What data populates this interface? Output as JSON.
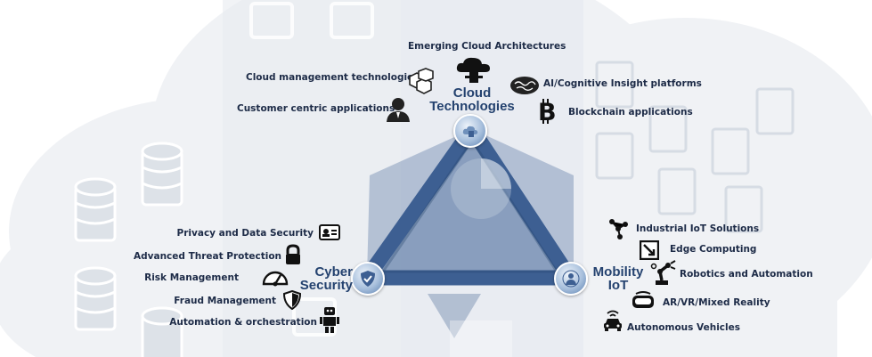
{
  "colors": {
    "triangle": "#3d5f92",
    "triangle_light": "#5678a8",
    "label_text": "#1d2b47",
    "node_title": "#24426f",
    "background_cloud": "#eef1f4"
  },
  "nodes": {
    "cloud": {
      "line1": "Cloud",
      "line2": "Technologies",
      "icon": "cloud-database-icon"
    },
    "cyber": {
      "line1": "Cyber",
      "line2": "Security",
      "icon": "shield-check-icon"
    },
    "mobility": {
      "line1": "Mobility",
      "line2": "IoT",
      "icon": "person-network-icon"
    }
  },
  "cloud_items": [
    {
      "label": "Emerging Cloud Architectures",
      "icon": "cloud-server-icon"
    },
    {
      "label": "Cloud management technologies",
      "icon": "cubes-icon"
    },
    {
      "label": "Customer centric applications",
      "icon": "user-icon"
    },
    {
      "label": "AI/Cognitive Insight platforms",
      "icon": "brain-icon"
    },
    {
      "label": "Blockchain applications",
      "icon": "bitcoin-icon"
    }
  ],
  "cyber_items": [
    {
      "label": "Privacy and Data Security",
      "icon": "id-card-icon"
    },
    {
      "label": "Advanced Threat Protection",
      "icon": "padlock-icon"
    },
    {
      "label": "Risk Management",
      "icon": "gauge-icon"
    },
    {
      "label": "Fraud Management",
      "icon": "shield-icon"
    },
    {
      "label": "Automation & orchestration",
      "icon": "robot-icon"
    }
  ],
  "mobility_items": [
    {
      "label": "Industrial IoT Solutions",
      "icon": "network-nodes-icon"
    },
    {
      "label": "Edge Computing",
      "icon": "edge-box-icon"
    },
    {
      "label": "Robotics and Automation",
      "icon": "robot-arm-icon"
    },
    {
      "label": "AR/VR/Mixed Reality",
      "icon": "vr-headset-icon"
    },
    {
      "label": "Autonomous Vehicles",
      "icon": "self-driving-car-icon"
    }
  ]
}
